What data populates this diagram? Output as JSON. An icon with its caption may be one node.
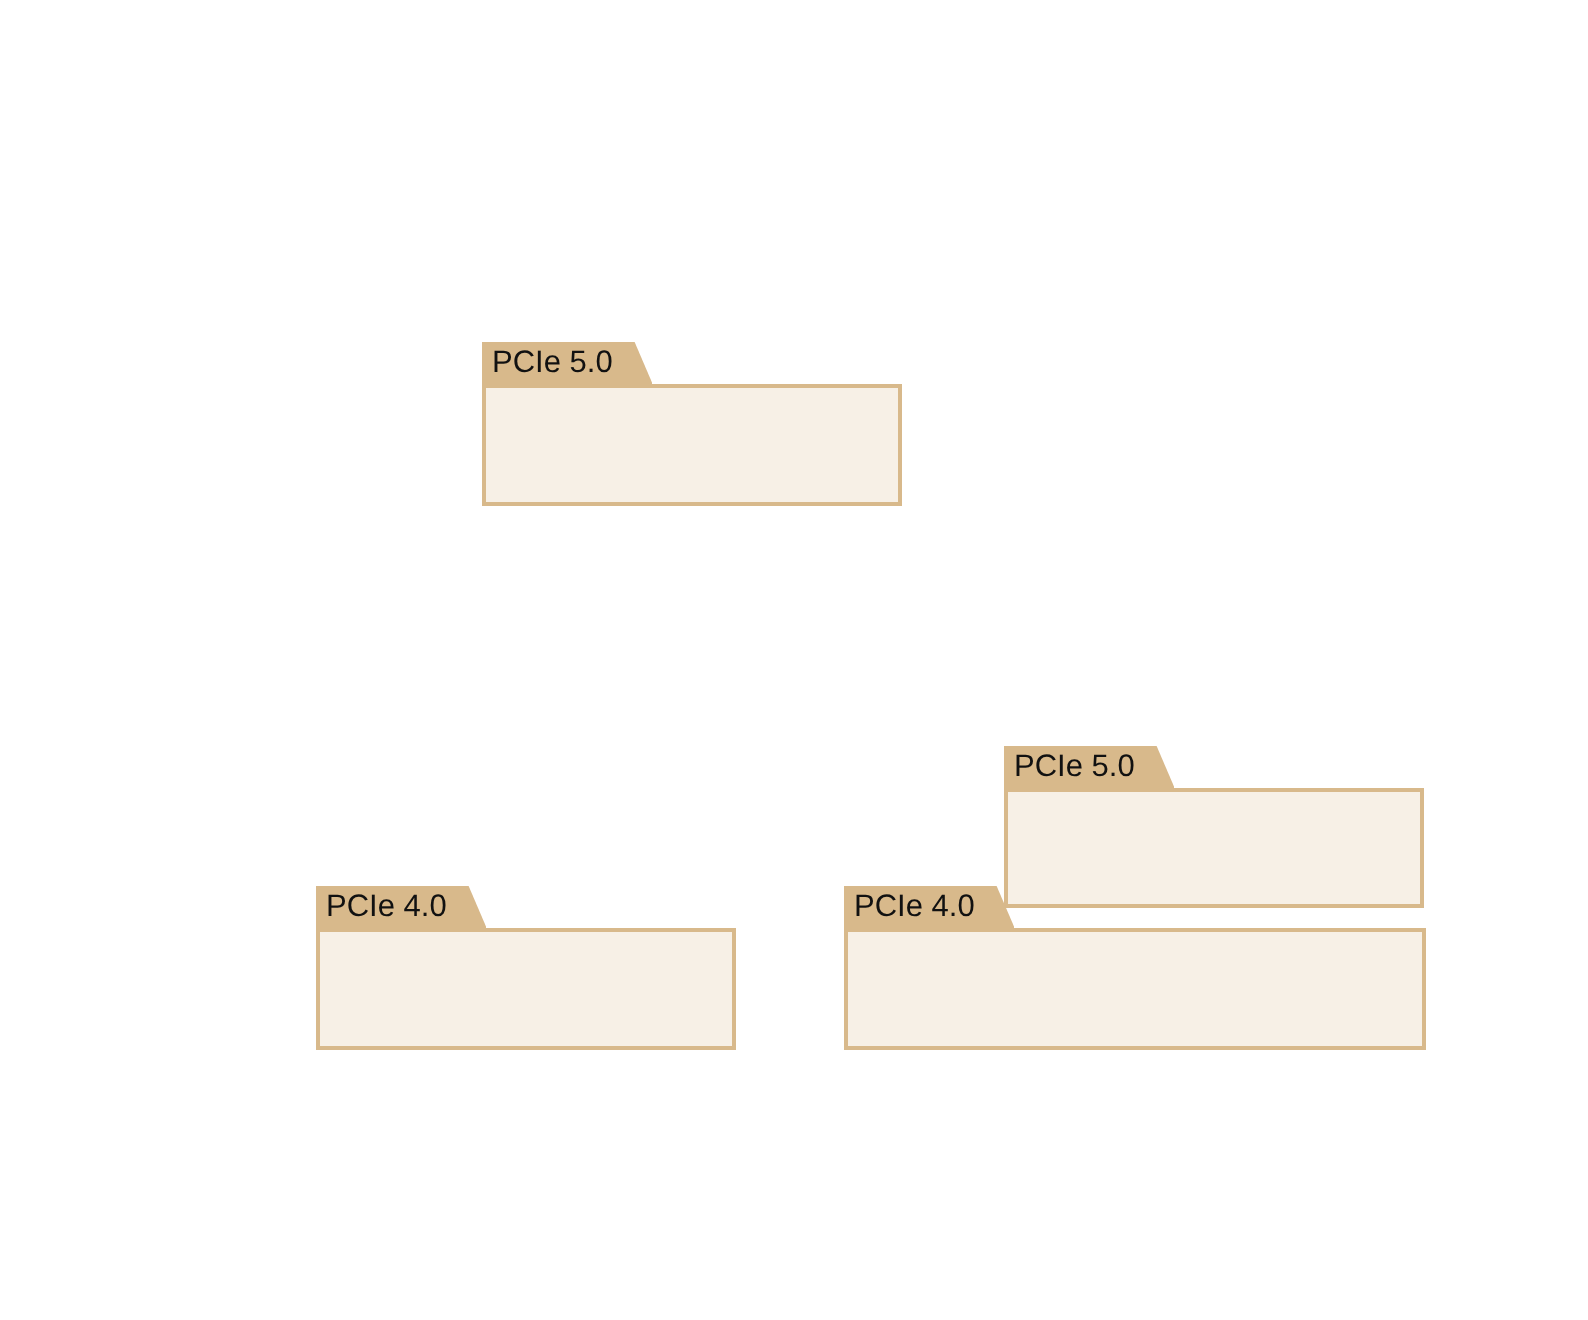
{
  "diagram": {
    "nodes": [
      {
        "text": [
          "PCIe 5.0"
        ]
      },
      {
        "text": [
          "PCIe 5.0"
        ]
      },
      {
        "text": [
          "PCIe 4.0"
        ]
      },
      {
        "text": [
          "PCIe 4.0"
        ]
      }
    ]
  }
}
